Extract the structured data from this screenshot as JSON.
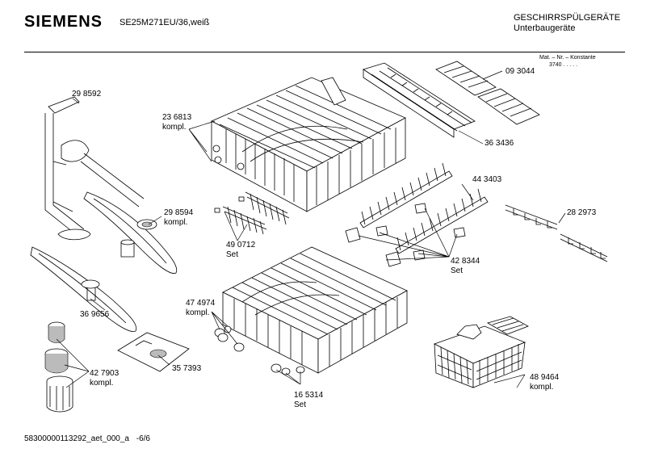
{
  "header": {
    "brand": "SIEMENS",
    "model": "SE25M271EU/36,weiß",
    "category_line1": "GESCHIRRSPÜLGERÄTE",
    "category_line2": "Unterbaugeräte",
    "mat_line1": "Mat. – Nr. – Konstante",
    "mat_line2": "3740 .  .  .  .  ."
  },
  "parts": [
    {
      "id": "298592",
      "line1": "29 8592",
      "line2": ""
    },
    {
      "id": "236813",
      "line1": "23 6813",
      "line2": "kompl."
    },
    {
      "id": "093044",
      "line1": "09 3044",
      "line2": ""
    },
    {
      "id": "363436",
      "line1": "36 3436",
      "line2": ""
    },
    {
      "id": "443403",
      "line1": "44 3403",
      "line2": ""
    },
    {
      "id": "282973",
      "line1": "28 2973",
      "line2": ""
    },
    {
      "id": "298594",
      "line1": "29 8594",
      "line2": "kompl."
    },
    {
      "id": "490712",
      "line1": "49 0712",
      "line2": "Set"
    },
    {
      "id": "428344",
      "line1": "42 8344",
      "line2": "Set"
    },
    {
      "id": "474974",
      "line1": "47 4974",
      "line2": "kompl."
    },
    {
      "id": "369656",
      "line1": "36 9656",
      "line2": ""
    },
    {
      "id": "357393",
      "line1": "35 7393",
      "line2": ""
    },
    {
      "id": "427903",
      "line1": "42 7903",
      "line2": "kompl."
    },
    {
      "id": "165314",
      "line1": "16 5314",
      "line2": "Set"
    },
    {
      "id": "489464",
      "line1": "48 9464",
      "line2": "kompl."
    }
  ],
  "footer": {
    "code": "58300000113292_aet_000_a",
    "page": "-6/6"
  }
}
